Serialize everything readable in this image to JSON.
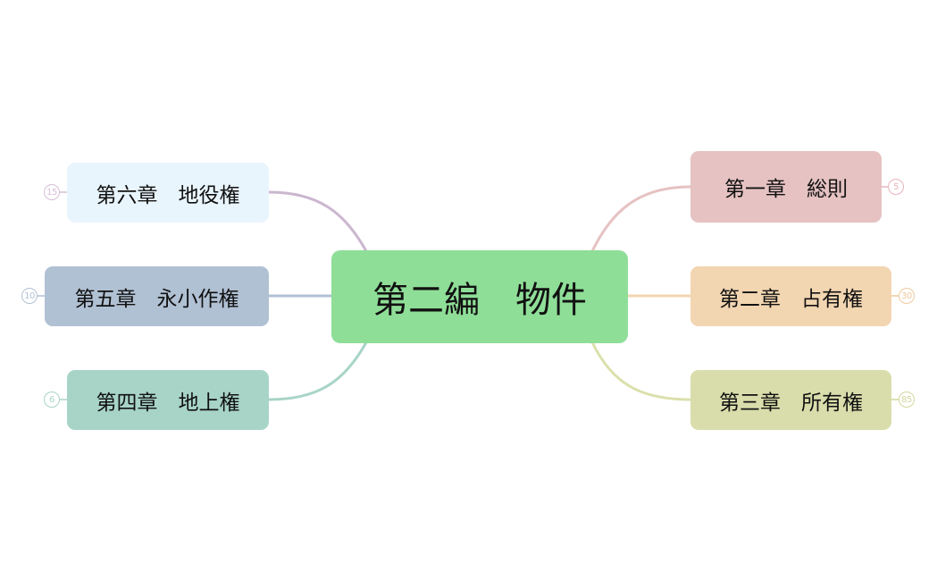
{
  "central": {
    "label": "第二編　物件",
    "color": "#8fde98"
  },
  "branches": [
    {
      "id": "ch1",
      "label": "第一章　総則",
      "badge": "5",
      "side": "right",
      "fill": "#e6c2c2",
      "line": "#e6c2c2",
      "badge_color": "#e8b4bc"
    },
    {
      "id": "ch2",
      "label": "第二章　占有権",
      "badge": "30",
      "side": "right",
      "fill": "#f2d5b1",
      "line": "#f2d5b1",
      "badge_color": "#efc99e"
    },
    {
      "id": "ch3",
      "label": "第三章　所有権",
      "badge": "85",
      "side": "right",
      "fill": "#d9ddab",
      "line": "#dbe0ab",
      "badge_color": "#d3d79c"
    },
    {
      "id": "ch4",
      "label": "第四章　地上権",
      "badge": "6",
      "side": "left",
      "fill": "#a8d4c8",
      "line": "#a8d4c8",
      "badge_color": "#a8d4c8"
    },
    {
      "id": "ch5",
      "label": "第五章　永小作権",
      "badge": "10",
      "side": "left",
      "fill": "#b1c1d4",
      "line": "#b1c1d4",
      "badge_color": "#b1c1d4"
    },
    {
      "id": "ch6",
      "label": "第六章　地役権",
      "badge": "15",
      "side": "left",
      "fill": "#e9f5fd",
      "line": "#cbb6cf",
      "badge_color": "#d6bfd6"
    }
  ]
}
